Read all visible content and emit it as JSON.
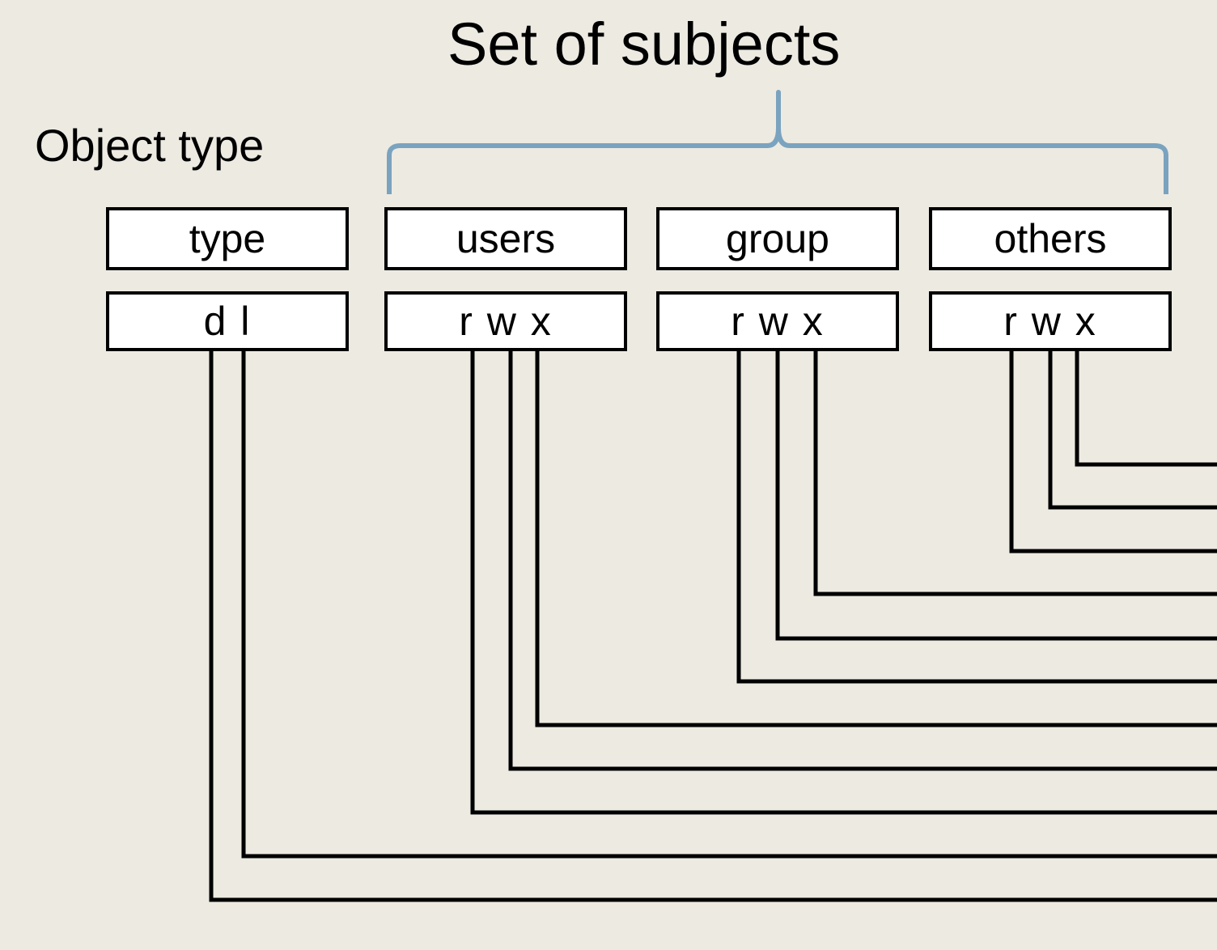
{
  "diagram": {
    "set_title": "Set of subjects",
    "object_type_label": "Object type",
    "fields": [
      {
        "header": "type",
        "bits": "d l"
      },
      {
        "header": "users",
        "bits": "r w x"
      },
      {
        "header": "group",
        "bits": "r w x"
      },
      {
        "header": "others",
        "bits": "r w x"
      }
    ],
    "colors": {
      "background": "#edeae2",
      "brace": "#7aa3bf",
      "lines": "#000000"
    }
  }
}
